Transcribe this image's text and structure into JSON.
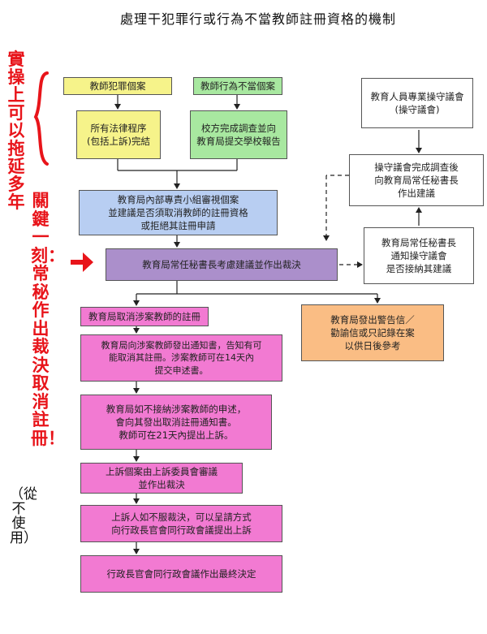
{
  "title": "處理干犯罪行或行為不當教師註冊資格的機制",
  "annotations": {
    "left_top": "實操上可以拖延多年",
    "left_main": "關鍵一刻：常秘作出裁決取消註冊！",
    "left_paren": "（從不使用）"
  },
  "boxes": {
    "criminal_case": "教師犯罪個案",
    "misconduct_case": "教師行為不當個案",
    "legal_done": "所有法律程序\n(包括上訴)完結",
    "school_report": "校方完成調查並向\n教育局提交學校報告",
    "committee": "教育人員專業操守議會\n(操守議會)",
    "committee_done": "操守議會完成調查後\n向教育局常任秘書長\n作出建議",
    "ps_notify": "教育局常任秘書長\n通知操守議會\n是否接納其建議",
    "panel_review": "教育局內部專責小組審視個案\n並建議是否須取消教師的註冊資格\n或拒絕其註冊申請",
    "ps_decide": "教育局常任秘書長考慮建議並作出裁決",
    "cancel_reg": "教育局取消涉案教師的註冊",
    "warning": "教育局發出警告信／\n勸諭信或只記錄在案\n以供日後參考",
    "notice_intent": "教育局向涉案教師發出通知書，告知有可\n能取消其註冊。涉案教師可在14天內\n提交申述書。",
    "notice_cancel": "教育局如不接納涉案教師的申述，\n會向其發出取消註冊通知書。\n教師可在21天內提出上訴。",
    "appeal_board": "上訴個案由上訴委員會審議\n並作出裁決",
    "ce_appeal": "上訴人如不服裁決，可以呈請方式\n向行政長官會同行政會議提出上訴",
    "ce_final": "行政長官會同行政會議作出最終決定"
  },
  "colors": {
    "yellow": "#f6f38a",
    "green": "#a8e8a0",
    "blue": "#b8cef2",
    "purple": "#ab8fcb",
    "pink": "#f27ad2",
    "orange": "#fabd84",
    "annotation_red": "#e8141a"
  }
}
